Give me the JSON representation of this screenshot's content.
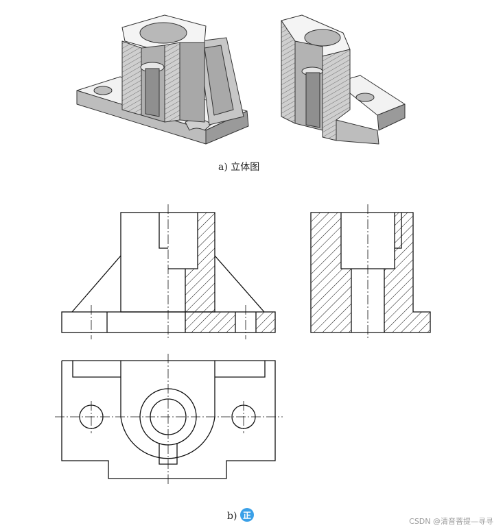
{
  "captions": {
    "a": "a) 立体图",
    "b": "b)",
    "badge": "正"
  },
  "watermark": "CSDN @清音菩提—寻寻",
  "colors": {
    "line": "#111111",
    "face_top": "#f4f4f4",
    "face_side": "#bdbdbd",
    "face_dark": "#8f8f8f",
    "section_face": "#d6d6d6",
    "badge": "#3aa0e8"
  }
}
